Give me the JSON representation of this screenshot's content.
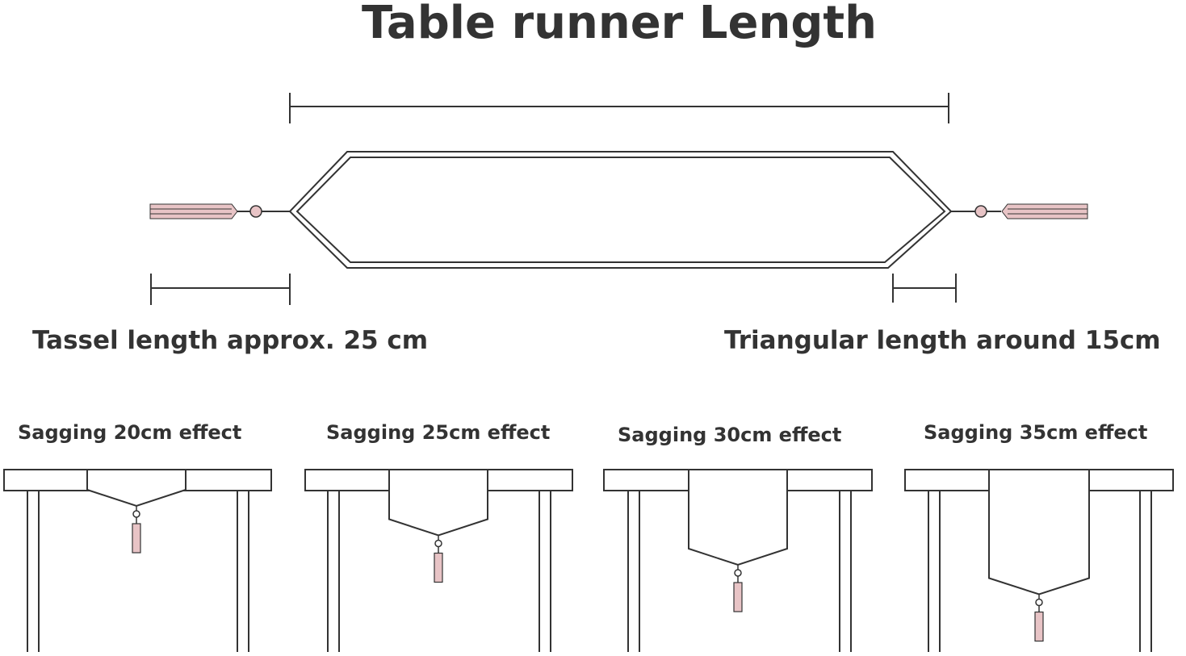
{
  "title": "Table runner Length",
  "labels": {
    "tassel": "Tassel length approx. 25 cm",
    "triangle": "Triangular length around 15cm"
  },
  "effects": [
    {
      "label": "Sagging 20cm effect",
      "sag_cm": 20
    },
    {
      "label": "Sagging 25cm effect",
      "sag_cm": 25
    },
    {
      "label": "Sagging 30cm effect",
      "sag_cm": 30
    },
    {
      "label": "Sagging 35cm effect",
      "sag_cm": 35
    }
  ],
  "colors": {
    "line": "#333333",
    "tassel": "#e8c4c6",
    "background": "#ffffff"
  }
}
